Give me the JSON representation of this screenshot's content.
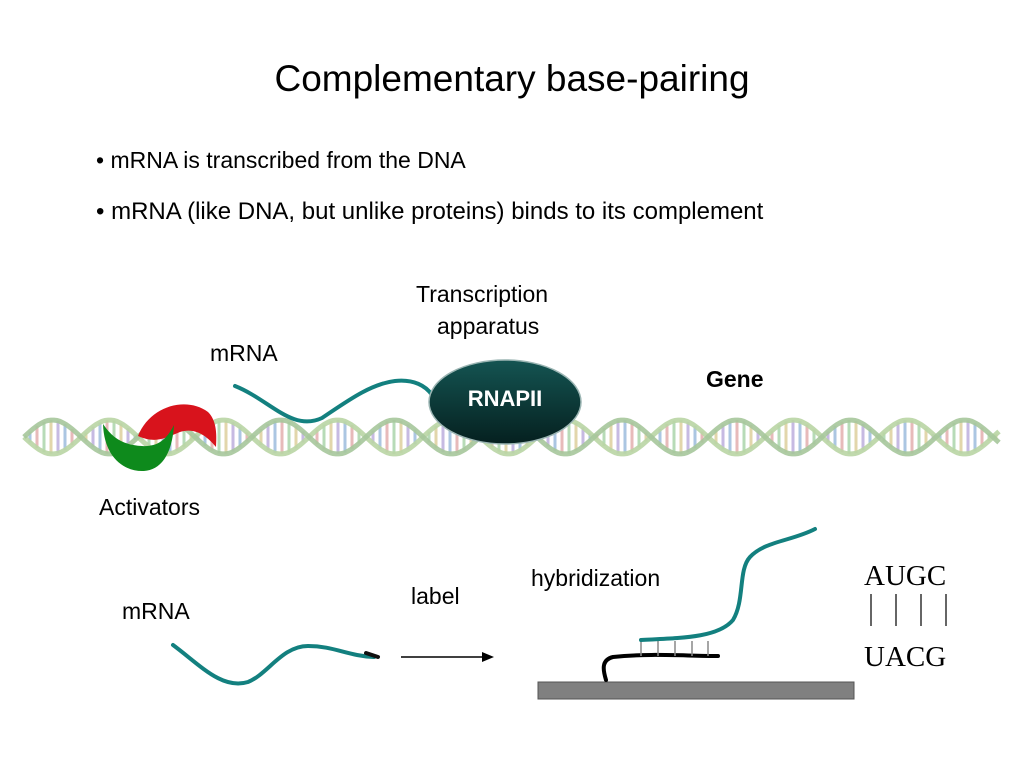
{
  "slide": {
    "title": "Complementary base-pairing",
    "bullets": [
      "• mRNA is transcribed from the DNA",
      "• mRNA (like DNA, but unlike proteins) binds to its complement"
    ]
  },
  "figure_top": {
    "transcription_label_line1": "Transcription",
    "transcription_label_line2": "apparatus",
    "mrna_label": "mRNA",
    "polymerase_label": "RNAPII",
    "gene_label": "Gene",
    "activators_label": "Activators"
  },
  "figure_bottom": {
    "mrna_label": "mRNA",
    "label_step": "label",
    "hybridization_label": "hybridization",
    "top_sequence": "AUGC",
    "bottom_sequence": "UACG"
  },
  "colors": {
    "mrna_strand": "#13807f",
    "polymerase": "#0b3c3a",
    "activator_red": "#d8131c",
    "activator_green": "#0e8a1c",
    "substrate": "#808080"
  },
  "icons": {
    "dna_helix": "dna-helix-icon",
    "activators": "activator-proteins-icon",
    "polymerase": "rna-polymerase-icon",
    "arrow": "arrow-right-icon"
  }
}
